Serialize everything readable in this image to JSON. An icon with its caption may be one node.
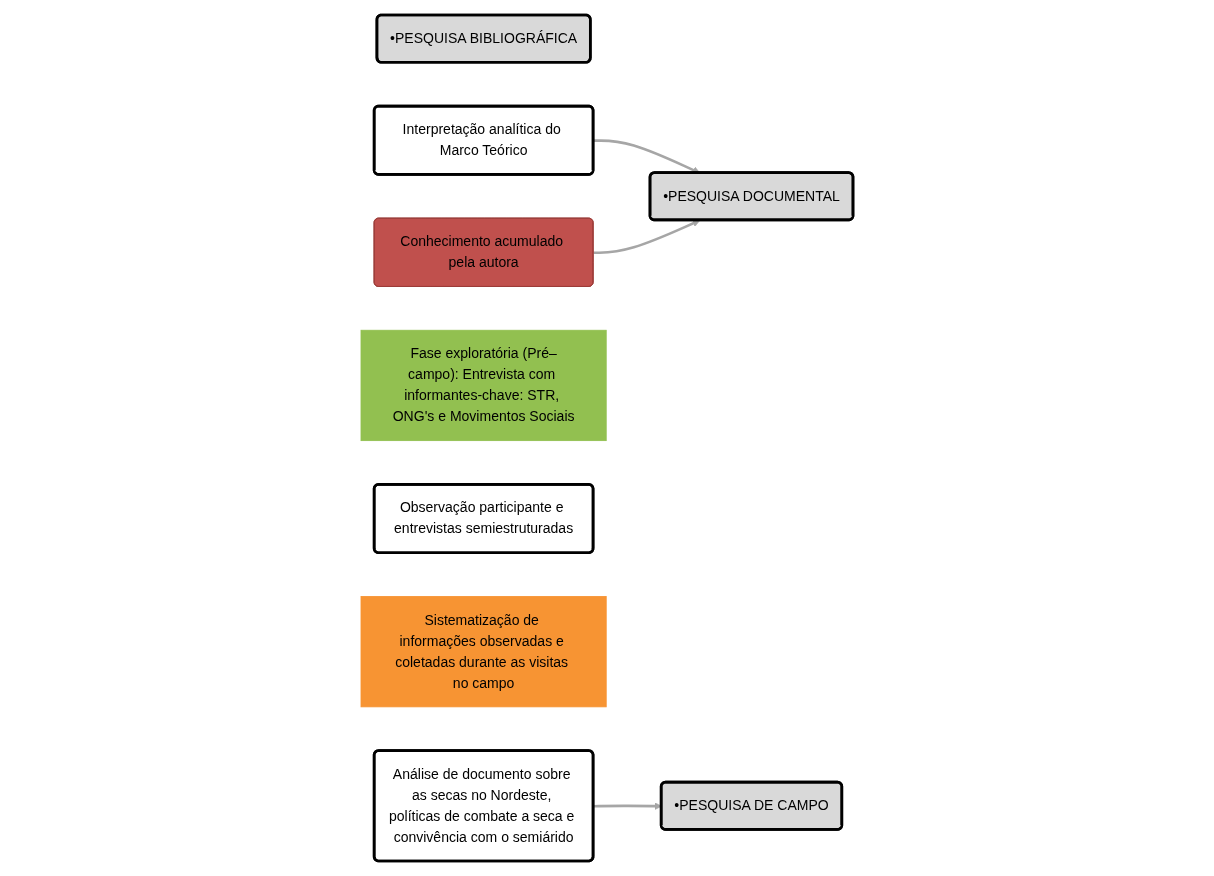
{
  "diagram": {
    "nodes": [
      {
        "text": [
          "•PESQUISA BIBLIOGRÁFICA"
        ]
      },
      {
        "text": [
          "Interpretação analítica do Marco Teórico"
        ]
      },
      {
        "text": [
          "Análise de documento sobre as secas no Nordeste, políticas de combate a seca e convivência com o semiárido"
        ]
      },
      {
        "text": [
          "•PESQUISA DOCUMENTAL"
        ]
      },
      {
        "text": [
          "•PESQUISA DE CAMPO"
        ]
      },
      {
        "text": [
          "Fase exploratória (Pré–campo): Entrevista com informantes-chave: STR, ONG's e Movimentos Sociais"
        ]
      },
      {
        "text": [
          "Observação participante e entrevistas semiestruturadas"
        ]
      },
      {
        "text": [
          "Sistematização de informações observadas e coletadas durante as visitas no campo"
        ]
      },
      {
        "text": [
          "Conhecimento acumulado pela autora"
        ]
      }
    ],
    "edges": [
      {
        "from": 1,
        "to": 3,
        "arrow": "to"
      },
      {
        "from": 8,
        "to": 3,
        "arrow": "to"
      },
      {
        "from": 2,
        "to": 4,
        "arrow": "to"
      }
    ]
  }
}
